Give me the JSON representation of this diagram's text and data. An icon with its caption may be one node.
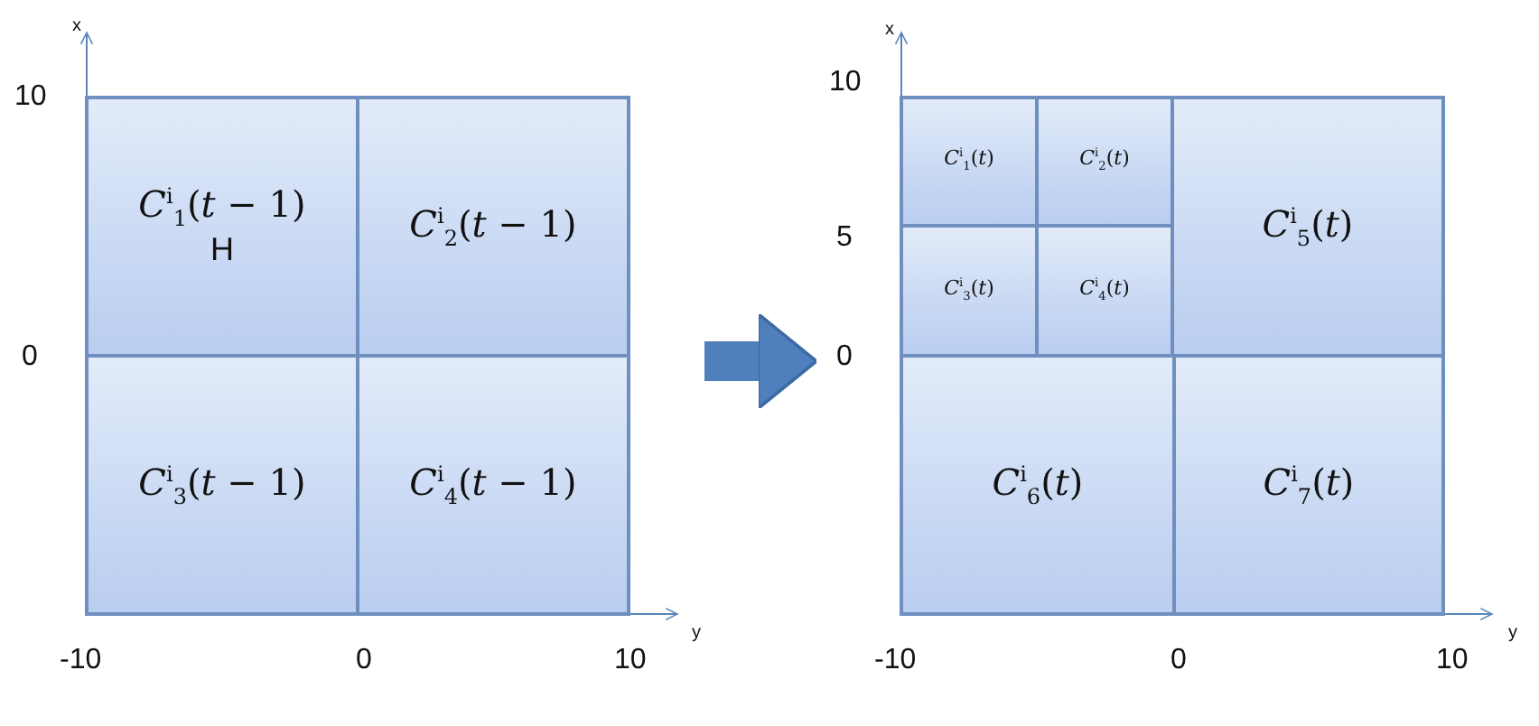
{
  "diagram": {
    "nodes": [
      {
        "text": [],
        "shape": "box"
      },
      {
        "text": [
          "*C*$^{i}$$_{1}$(*t* − 1)",
          "H"
        ],
        "in": 0
      },
      {
        "text": [
          "*C*$^{i}$$_{2}$(*t* − 1)"
        ],
        "in": 0
      },
      {
        "text": [
          "*C*$^{i}$$_{3}$(*t* − 1)"
        ],
        "in": 0
      },
      {
        "text": [
          "*C*$^{i}$$_{4}$(*t* − 1)"
        ],
        "in": 0
      },
      {
        "text": [],
        "shape": "box"
      },
      {
        "text": [
          "*C*$^{i}$$_{1}$(*t*)"
        ],
        "in": 5
      },
      {
        "text": [
          "*C*$^{i}$$_{2}$(*t*)"
        ],
        "in": 5
      },
      {
        "text": [
          "*C*$^{i}$$_{5}$(*t*)"
        ],
        "in": 5
      },
      {
        "text": [
          "*C*$^{i}$$_{3}$(*t*)"
        ],
        "in": 5
      },
      {
        "text": [
          "*C*$^{i}$$_{4}$(*t*)"
        ],
        "in": 5
      },
      {
        "text": [
          "*C*$^{i}$$_{6}$(*t*)"
        ],
        "in": 5
      },
      {
        "text": [
          "*C*$^{i}$$_{7}$(*t*)"
        ],
        "in": 5
      }
    ],
    "edges": [
      {
        "from": 0,
        "to": 5,
        "arrow": "to"
      }
    ],
    "labels": [
      "x",
      "10",
      "0",
      "y",
      "-10",
      "0",
      "10",
      "x",
      "10",
      "5",
      "0",
      "y",
      "-10",
      "0",
      "10"
    ]
  }
}
